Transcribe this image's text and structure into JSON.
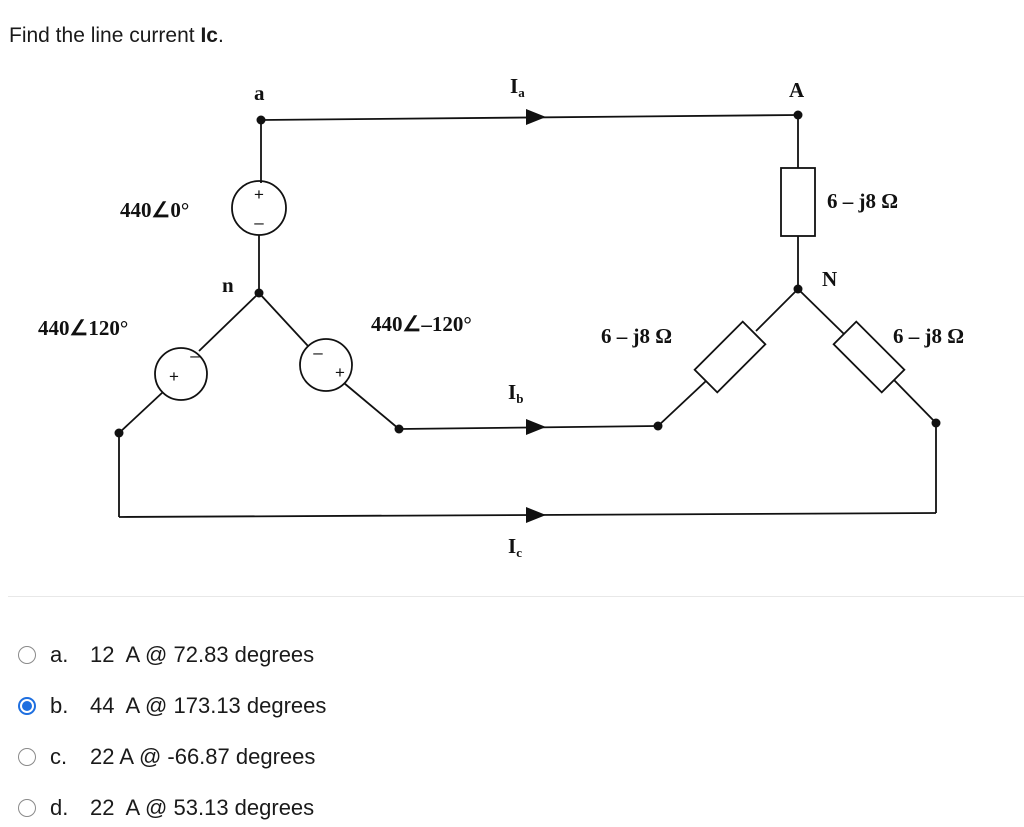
{
  "question": {
    "prefix": "Find the line current ",
    "bold": "Ic",
    "suffix": "."
  },
  "circuit": {
    "node_a": "a",
    "node_n": "n",
    "node_A": "A",
    "node_N": "N",
    "source_a": "440∠0°",
    "source_c": "440∠120°",
    "source_b": "440∠–120°",
    "imp_A": "6 – j8 Ω",
    "imp_B": "6 – j8 Ω",
    "imp_C": "6 – j8 Ω",
    "I_a": "I",
    "I_a_sub": "a",
    "I_b": "I",
    "I_b_sub": "b",
    "I_c": "I",
    "I_c_sub": "c",
    "plus": "+",
    "minus": "–"
  },
  "options": [
    {
      "letter": "a.",
      "text": "12  A @ 72.83 degrees",
      "selected": false
    },
    {
      "letter": "b.",
      "text": "44  A @ 173.13 degrees",
      "selected": true
    },
    {
      "letter": "c.",
      "text": "22 A @ -66.87 degrees",
      "selected": false
    },
    {
      "letter": "d.",
      "text": "22  A @ 53.13 degrees",
      "selected": false
    }
  ],
  "colors": {
    "accent": "#1e6fe0",
    "radio_border": "#8a8a8a"
  }
}
